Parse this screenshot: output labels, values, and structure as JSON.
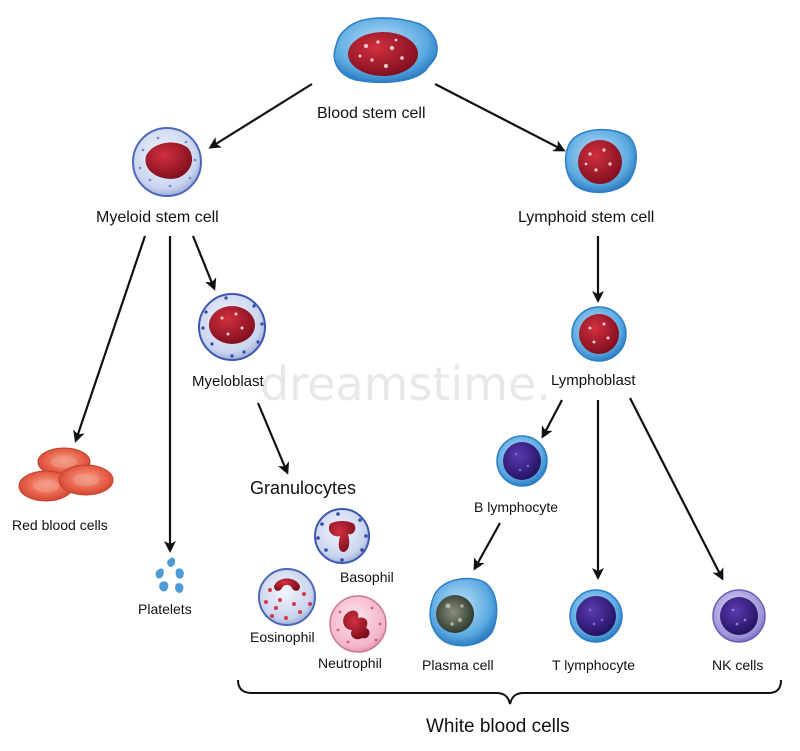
{
  "labels": {
    "blood_stem": "Blood stem cell",
    "myeloid_stem": "Myeloid stem cell",
    "lymphoid_stem": "Lymphoid stem cell",
    "myeloblast": "Myeloblast",
    "lymphoblast": "Lymphoblast",
    "granulocytes": "Granulocytes",
    "red_blood_cells": "Red blood cells",
    "platelets": "Platelets",
    "basophil": "Basophil",
    "eosinophil": "Eosinophil",
    "neutrophil": "Neutrophil",
    "b_lymphocyte": "B lymphocyte",
    "plasma_cell": "Plasma cell",
    "t_lymphocyte": "T lymphocyte",
    "nk_cells": "NK cells",
    "white_blood_cells": "White blood cells"
  },
  "watermark": "dreamstime.",
  "colors": {
    "nucleus_red": "#b5142b",
    "cyto_blue": "#5aa9e0",
    "lymph_blue": "#2f7fd0",
    "lymph_nucleus": "#3a1f8f",
    "rbc": "#e8614a",
    "neutro_pink": "#f4b3c8",
    "nk_purple": "#9b8fd6",
    "platelet_blue": "#4f9bd6",
    "arrow": "#111111"
  }
}
